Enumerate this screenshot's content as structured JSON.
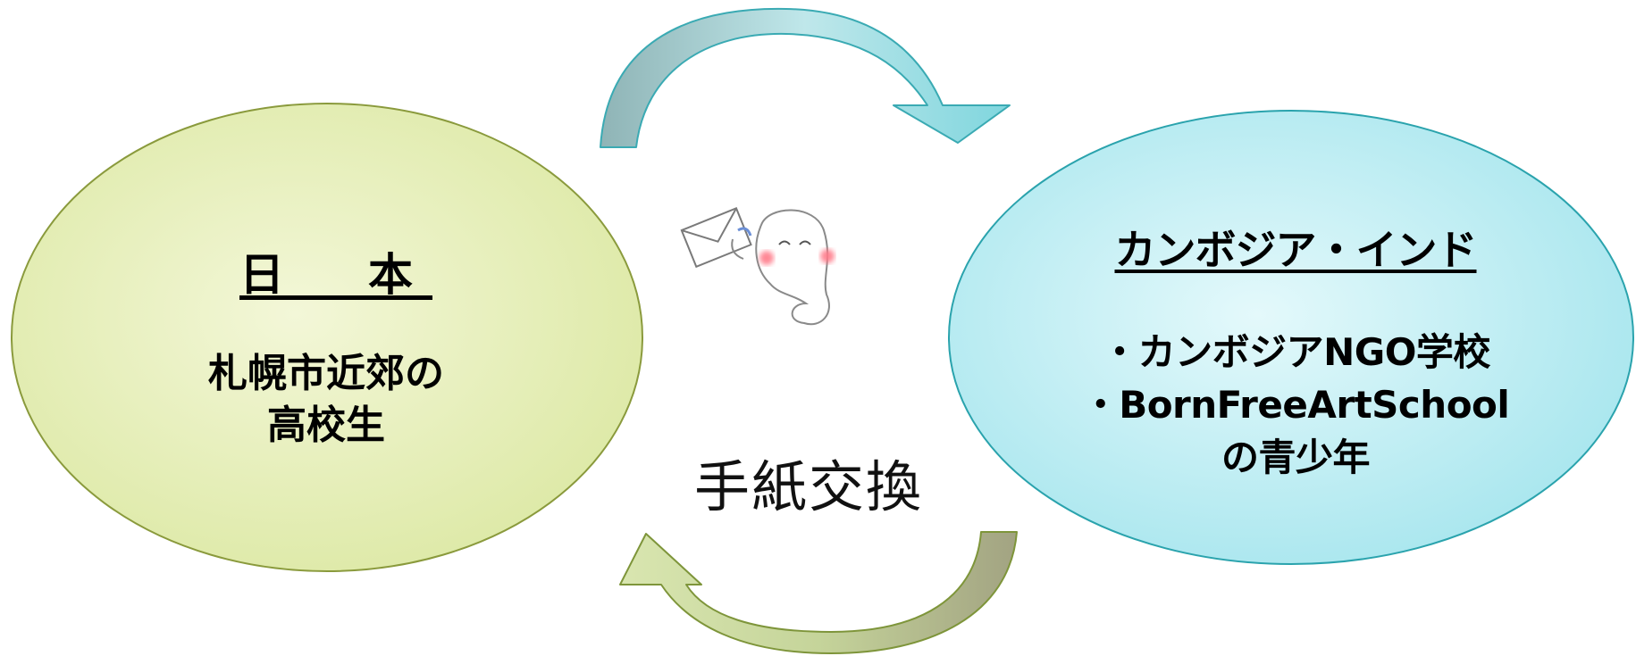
{
  "colors": {
    "japan_fill": "#e6efb4",
    "japan_border": "#8a9a3c",
    "cambodia_fill": "#bfeff4",
    "cambodia_border": "#2aa3ad",
    "top_arrow": "#9fd8dc",
    "bottom_arrow": "#b7c98a"
  },
  "left_node": {
    "heading": "日　本",
    "lines": [
      "札幌市近郊の",
      "高校生"
    ]
  },
  "right_node": {
    "heading": "カンボジア・インド",
    "lines": [
      "・カンボジアNGO学校",
      "・BornFreeArtSchool",
      "の青少年"
    ]
  },
  "center": {
    "label": "手紙交換",
    "mascot_icon": "ghost-mascot-holding-letter-icon"
  }
}
